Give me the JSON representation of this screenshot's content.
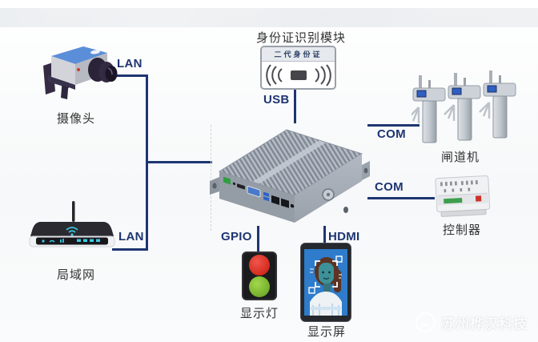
{
  "colors": {
    "accent": "#1e3572",
    "label": "#333333",
    "red_lamp": "#d93025",
    "green_lamp": "#7cb733",
    "screen_blue": "#2e7ccb",
    "router_cyan": "#3ec8e0"
  },
  "devices": {
    "camera": {
      "label": "摄像头"
    },
    "lan_router": {
      "label": "局域网"
    },
    "id_reader": {
      "title": "身份证识别模块",
      "card_label": "二代身份证"
    },
    "gates": {
      "label": "闸道机"
    },
    "controller": {
      "label": "控制器"
    },
    "indicator_light": {
      "label": "显示灯"
    },
    "display_screen": {
      "label": "显示屏"
    }
  },
  "connections": {
    "camera_lan": {
      "label": "LAN"
    },
    "router_lan": {
      "label": "LAN"
    },
    "id_usb": {
      "label": "USB"
    },
    "gates_com": {
      "label": "COM"
    },
    "controller_com": {
      "label": "COM"
    },
    "light_gpio": {
      "label": "GPIO"
    },
    "screen_hdmi": {
      "label": "HDMI"
    }
  },
  "watermark": {
    "text": "苏州桦汉科技"
  }
}
